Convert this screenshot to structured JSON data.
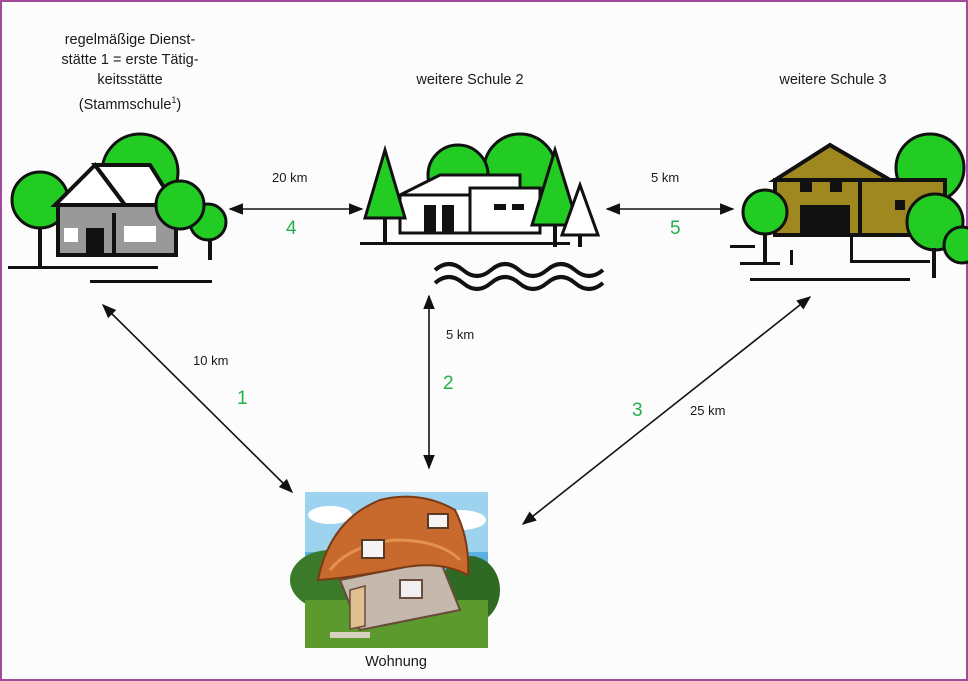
{
  "places": {
    "school1": {
      "line1": "regelmäßige Dienst-",
      "line2": "stätte 1 = erste Tätig-",
      "line3": "keitsstätte",
      "line4_main": "(Stammschule",
      "line4_sup": "1",
      "line4_end": ")"
    },
    "school2": {
      "label": "weitere Schule 2"
    },
    "school3": {
      "label": "weitere Schule 3"
    },
    "home": {
      "label": "Wohnung"
    }
  },
  "routes": [
    {
      "number": "1",
      "distance": "10 km"
    },
    {
      "number": "2",
      "distance": "5 km"
    },
    {
      "number": "3",
      "distance": "25 km"
    },
    {
      "number": "4",
      "distance": "20 km"
    },
    {
      "number": "5",
      "distance": "5 km"
    }
  ],
  "colors": {
    "frame": "#a04a9a",
    "route_number": "#22b04a",
    "tree_green": "#22cc22",
    "roof_orange": "#c8692e"
  }
}
